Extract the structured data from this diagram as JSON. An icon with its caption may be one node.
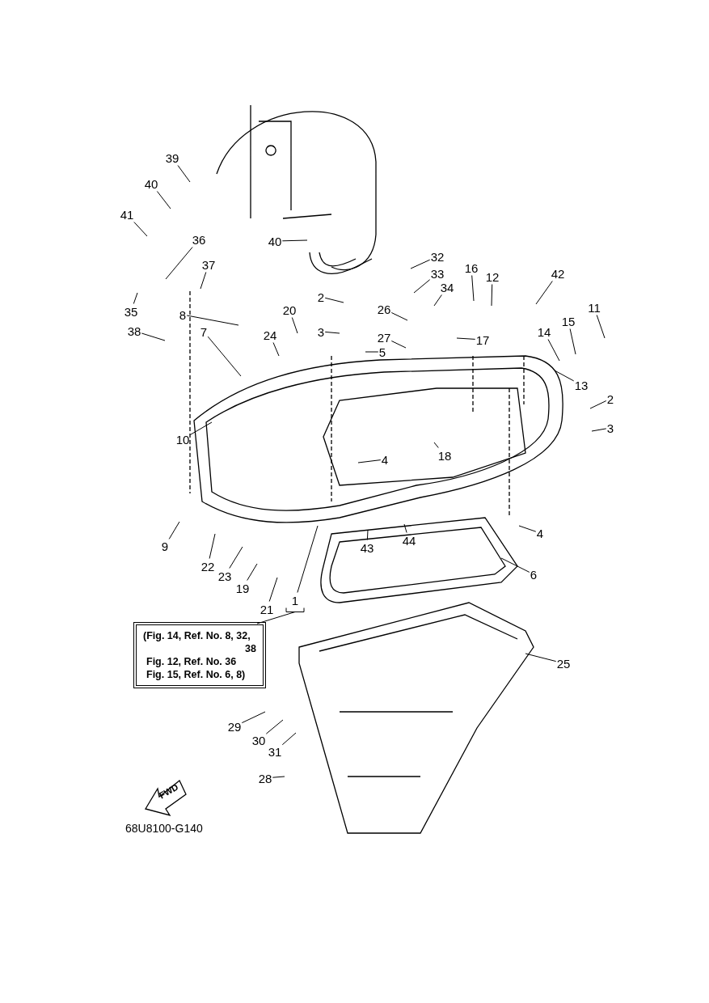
{
  "diagram": {
    "nodes": [
      {
        "text": [
          "39"
        ]
      },
      {
        "text": [
          "40"
        ]
      },
      {
        "text": [
          "41"
        ]
      },
      {
        "text": [
          "36"
        ]
      },
      {
        "text": [
          "37"
        ]
      },
      {
        "text": [
          "40"
        ]
      },
      {
        "text": [
          "32"
        ]
      },
      {
        "text": [
          "16"
        ]
      },
      {
        "text": [
          "12"
        ]
      },
      {
        "text": [
          "42"
        ]
      },
      {
        "text": [
          "33"
        ]
      },
      {
        "text": [
          "34"
        ]
      },
      {
        "text": [
          "35"
        ]
      },
      {
        "text": [
          "2"
        ]
      },
      {
        "text": [
          "11"
        ]
      },
      {
        "text": [
          "20"
        ]
      },
      {
        "text": [
          "26"
        ]
      },
      {
        "text": [
          "8"
        ]
      },
      {
        "text": [
          "3"
        ]
      },
      {
        "text": [
          "5"
        ]
      },
      {
        "text": [
          "15"
        ]
      },
      {
        "text": [
          "17"
        ]
      },
      {
        "text": [
          "38"
        ]
      },
      {
        "text": [
          "7"
        ]
      },
      {
        "text": [
          "24"
        ]
      },
      {
        "text": [
          "27"
        ]
      },
      {
        "text": [
          "14"
        ]
      },
      {
        "text": [
          "13"
        ]
      },
      {
        "text": [
          "2"
        ]
      },
      {
        "text": [
          "3"
        ]
      },
      {
        "text": [
          "10"
        ]
      },
      {
        "text": [
          "18"
        ]
      },
      {
        "text": [
          "4"
        ]
      },
      {
        "text": [
          "4"
        ]
      },
      {
        "text": [
          "44"
        ]
      },
      {
        "text": [
          "9"
        ]
      },
      {
        "text": [
          "43"
        ]
      },
      {
        "text": [
          "22"
        ]
      },
      {
        "text": [
          "23"
        ]
      },
      {
        "text": [
          "6"
        ]
      },
      {
        "text": [
          "19"
        ]
      },
      {
        "text": [
          "1"
        ]
      },
      {
        "text": [
          "21"
        ]
      },
      {
        "text": [
          "(Fig. 14, Ref. No. 8, 32, 38",
          "Fig. 12, Ref. No. 36",
          "Fig. 15, Ref. No. 6, 8)"
        ]
      },
      {
        "text": [
          "25"
        ]
      },
      {
        "text": [
          "29"
        ]
      },
      {
        "text": [
          "30"
        ]
      },
      {
        "text": [
          "31"
        ]
      },
      {
        "text": [
          "28"
        ]
      }
    ],
    "edges": [
      {
        "from": 0,
        "to": null,
        "arrow": "none"
      },
      {
        "from": 1,
        "to": null,
        "arrow": "none"
      },
      {
        "from": 2,
        "to": null,
        "arrow": "none"
      },
      {
        "from": 3,
        "to": null,
        "arrow": "none"
      },
      {
        "from": 4,
        "to": null,
        "arrow": "none"
      },
      {
        "from": 5,
        "to": null,
        "arrow": "none"
      },
      {
        "from": 6,
        "to": null,
        "arrow": "none"
      },
      {
        "from": 7,
        "to": null,
        "arrow": "none"
      },
      {
        "from": 8,
        "to": null,
        "arrow": "none"
      },
      {
        "from": 9,
        "to": null,
        "arrow": "none"
      },
      {
        "from": 10,
        "to": null,
        "arrow": "none"
      },
      {
        "from": 11,
        "to": null,
        "arrow": "none"
      },
      {
        "from": 12,
        "to": null,
        "arrow": "none"
      },
      {
        "from": 13,
        "to": null,
        "arrow": "none"
      },
      {
        "from": 14,
        "to": null,
        "arrow": "none"
      },
      {
        "from": 15,
        "to": null,
        "arrow": "none"
      },
      {
        "from": 16,
        "to": null,
        "arrow": "none"
      },
      {
        "from": 17,
        "to": null,
        "arrow": "none"
      },
      {
        "from": 18,
        "to": null,
        "arrow": "none"
      },
      {
        "from": 19,
        "to": null,
        "arrow": "none"
      },
      {
        "from": 20,
        "to": null,
        "arrow": "none"
      },
      {
        "from": 21,
        "to": null,
        "arrow": "none"
      },
      {
        "from": 22,
        "to": null,
        "arrow": "none"
      },
      {
        "from": 23,
        "to": null,
        "arrow": "none"
      },
      {
        "from": 24,
        "to": null,
        "arrow": "none"
      },
      {
        "from": 25,
        "to": null,
        "arrow": "none"
      },
      {
        "from": 26,
        "to": null,
        "arrow": "none"
      },
      {
        "from": 27,
        "to": null,
        "arrow": "none"
      },
      {
        "from": 28,
        "to": null,
        "arrow": "none"
      },
      {
        "from": 29,
        "to": null,
        "arrow": "none"
      },
      {
        "from": 30,
        "to": null,
        "arrow": "none"
      },
      {
        "from": 31,
        "to": null,
        "arrow": "none"
      },
      {
        "from": 32,
        "to": null,
        "arrow": "none"
      },
      {
        "from": 33,
        "to": null,
        "arrow": "none"
      },
      {
        "from": 34,
        "to": null,
        "arrow": "none"
      },
      {
        "from": 35,
        "to": null,
        "arrow": "none"
      },
      {
        "from": 36,
        "to": null,
        "arrow": "none"
      },
      {
        "from": 37,
        "to": null,
        "arrow": "none"
      },
      {
        "from": 38,
        "to": null,
        "arrow": "none"
      },
      {
        "from": 39,
        "to": null,
        "arrow": "none"
      },
      {
        "from": 40,
        "to": null,
        "arrow": "none"
      },
      {
        "from": 41,
        "to": null,
        "arrow": "none"
      },
      {
        "from": 42,
        "to": null,
        "arrow": "none"
      },
      {
        "from": 43,
        "to": 41,
        "arrow": "none"
      },
      {
        "from": 44,
        "to": null,
        "arrow": "none"
      },
      {
        "from": 45,
        "to": null,
        "arrow": "none"
      },
      {
        "from": 46,
        "to": null,
        "arrow": "none"
      },
      {
        "from": 47,
        "to": null,
        "arrow": "none"
      },
      {
        "from": 48,
        "to": null,
        "arrow": "none"
      }
    ],
    "labels": [
      "FWD",
      "68U8100-G140"
    ]
  }
}
